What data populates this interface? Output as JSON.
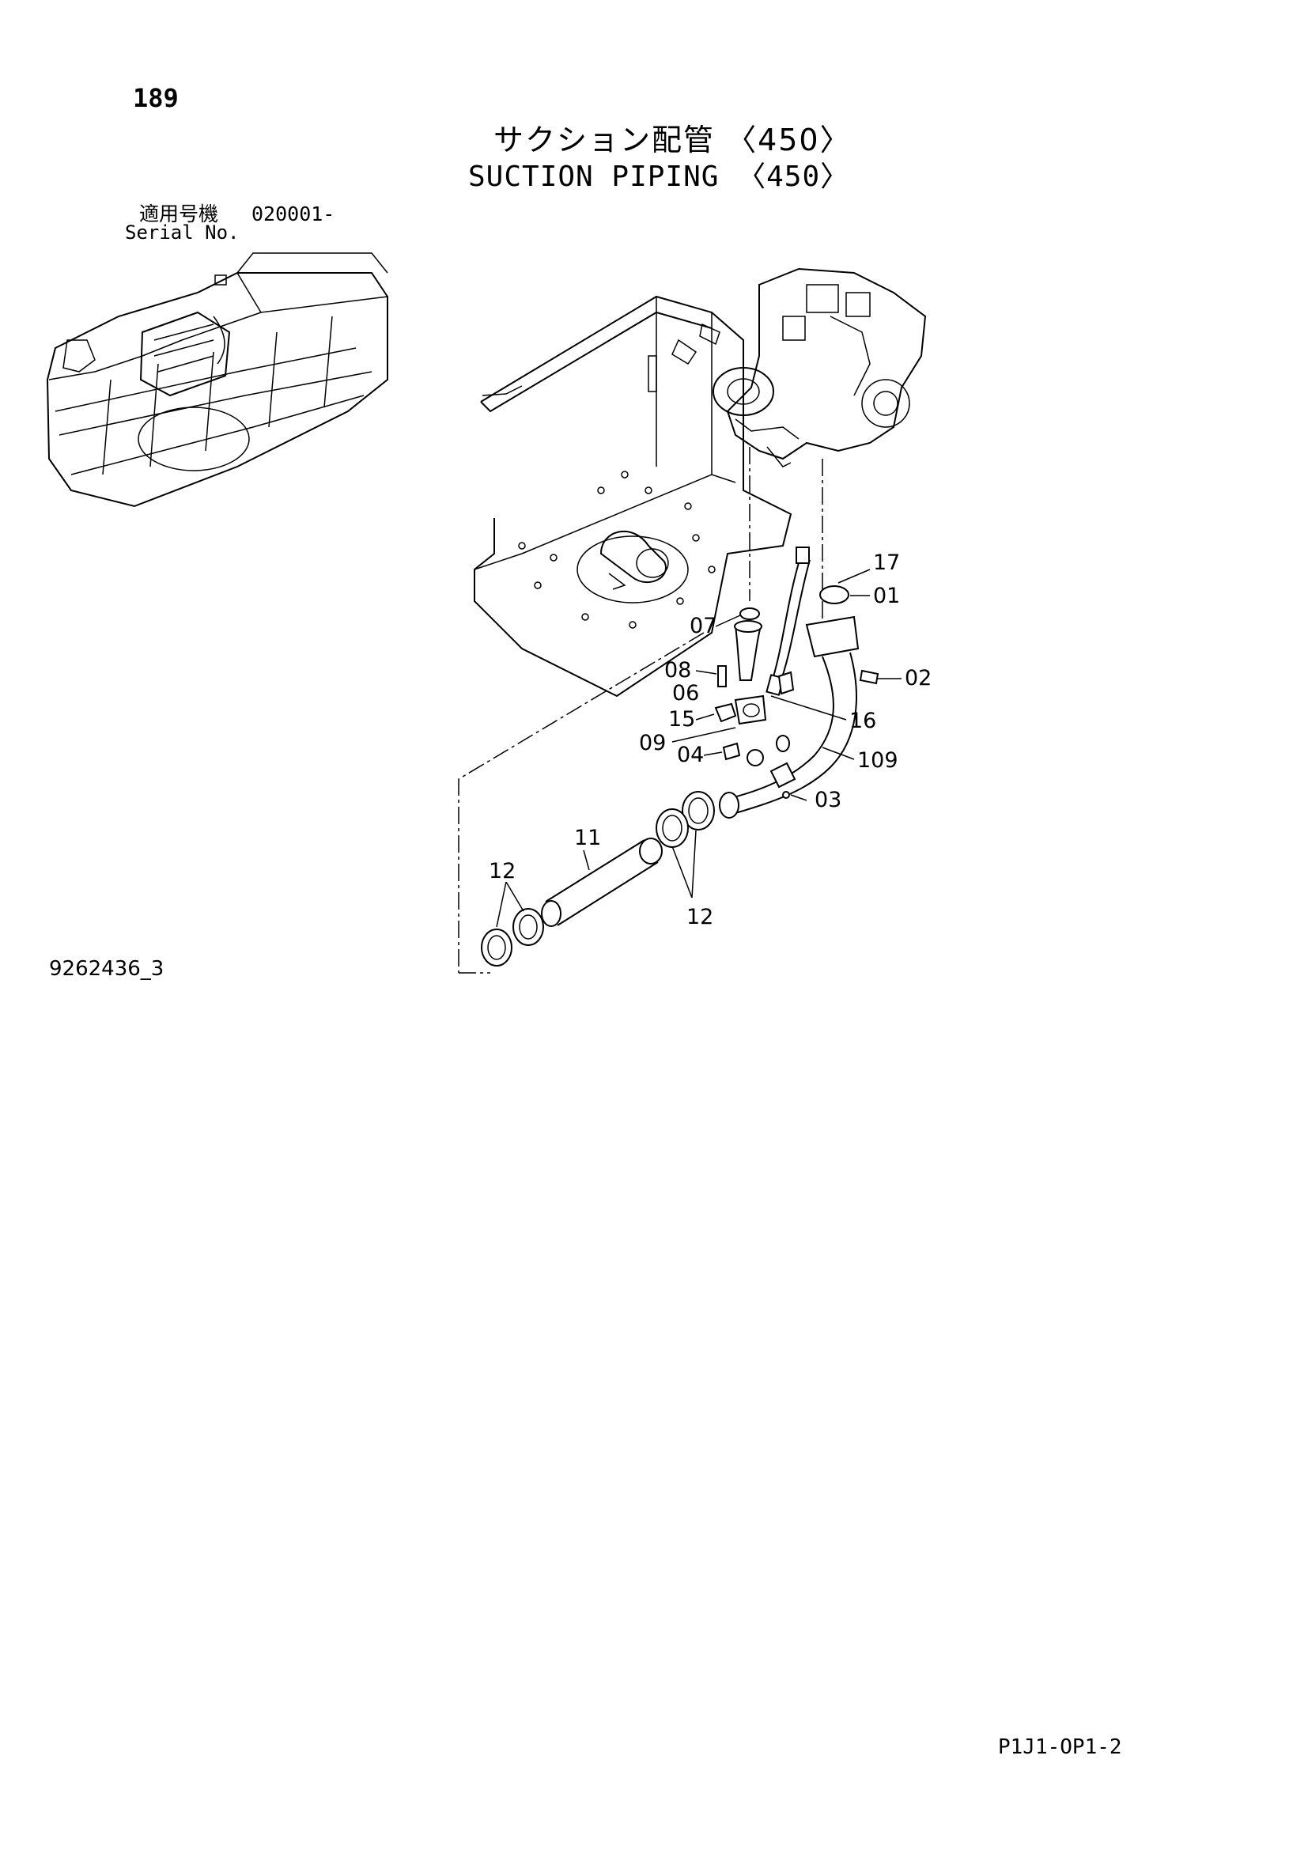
{
  "header": {
    "page_number": "189",
    "title_jp": "サクション配管 〈450〉",
    "title_en": "SUCTION PIPING 〈450〉",
    "serial_label_jp": "適用号機",
    "serial_label_en": "Serial No.",
    "serial_value": "020001-"
  },
  "figure": {
    "figure_number": "9262436_3",
    "callouts": [
      "17",
      "01",
      "07",
      "08",
      "06",
      "02",
      "15",
      "16",
      "09",
      "04",
      "109",
      "03",
      "11",
      "12",
      "12"
    ]
  },
  "footer": {
    "page_code": "P1J1-OP1-2"
  }
}
